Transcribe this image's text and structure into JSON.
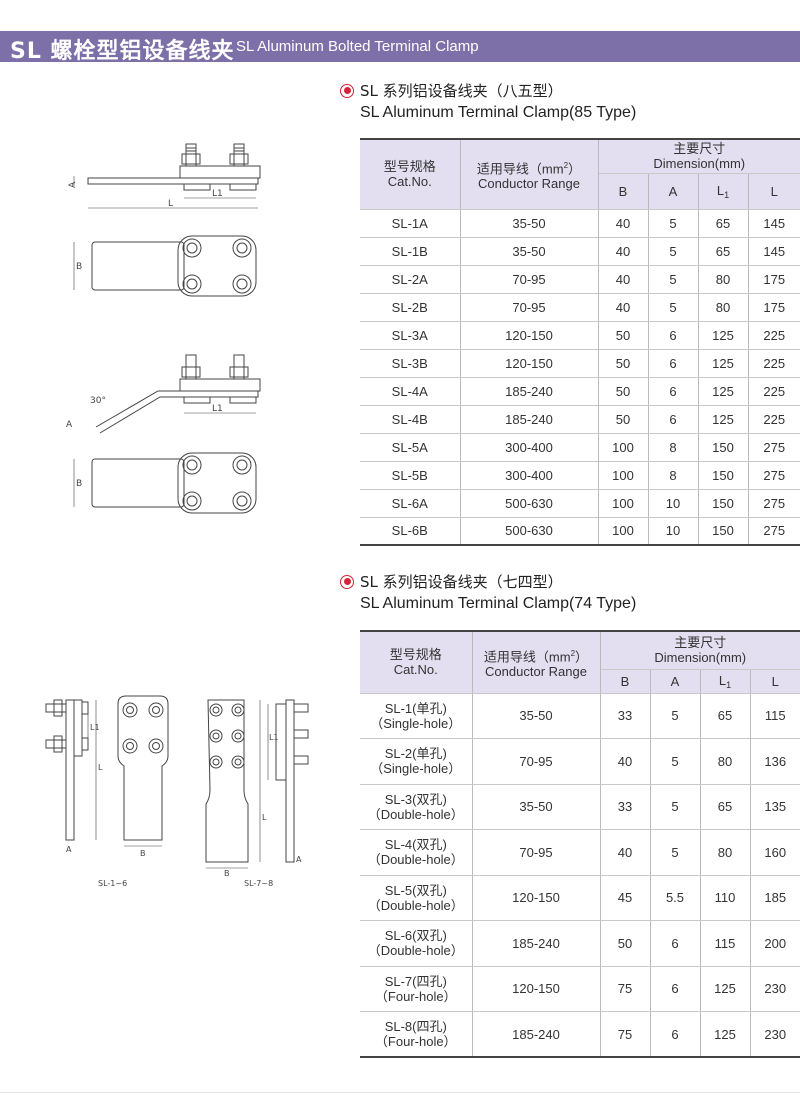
{
  "header": {
    "title_cn": "SL 螺栓型铝设备线夹",
    "title_en": "SL Aluminum Bolted Terminal Clamp"
  },
  "colors": {
    "banner": "#7d6fa8",
    "header_cell": "#e3dff0",
    "bullet": "#d2243a"
  },
  "section85": {
    "title_cn": "SL 系列铝设备线夹（八五型）",
    "title_en": "SL Aluminum Terminal Clamp(85 Type)",
    "columns": {
      "model_cn": "型号规格",
      "model_en": "Cat.No.",
      "conductor_cn": "适用导线（mm",
      "conductor_sup": "2",
      "conductor_end": "）",
      "conductor_en": "Conductor Range",
      "dim_cn": "主要尺寸",
      "dim_en": "Dimension(mm)",
      "b": "B",
      "a": "A",
      "l1_main": "L",
      "l1_sub": "1",
      "l": "L"
    },
    "rows": [
      [
        "SL-1A",
        "35-50",
        "40",
        "5",
        "65",
        "145"
      ],
      [
        "SL-1B",
        "35-50",
        "40",
        "5",
        "65",
        "145"
      ],
      [
        "SL-2A",
        "70-95",
        "40",
        "5",
        "80",
        "175"
      ],
      [
        "SL-2B",
        "70-95",
        "40",
        "5",
        "80",
        "175"
      ],
      [
        "SL-3A",
        "120-150",
        "50",
        "6",
        "125",
        "225"
      ],
      [
        "SL-3B",
        "120-150",
        "50",
        "6",
        "125",
        "225"
      ],
      [
        "SL-4A",
        "185-240",
        "50",
        "6",
        "125",
        "225"
      ],
      [
        "SL-4B",
        "185-240",
        "50",
        "6",
        "125",
        "225"
      ],
      [
        "SL-5A",
        "300-400",
        "100",
        "8",
        "150",
        "275"
      ],
      [
        "SL-5B",
        "300-400",
        "100",
        "8",
        "150",
        "275"
      ],
      [
        "SL-6A",
        "500-630",
        "100",
        "10",
        "150",
        "275"
      ],
      [
        "SL-6B",
        "500-630",
        "100",
        "10",
        "150",
        "275"
      ]
    ]
  },
  "section74": {
    "title_cn": "SL 系列铝设备线夹（七四型）",
    "title_en": "SL Aluminum Terminal Clamp(74 Type)",
    "columns": {
      "model_cn": "型号规格",
      "model_en": "Cat.No.",
      "conductor_cn": "适用导线（mm",
      "conductor_sup": "2",
      "conductor_end": "）",
      "conductor_en": "Conductor Range",
      "dim_cn": "主要尺寸",
      "dim_en": "Dimension(mm)",
      "b": "B",
      "a": "A",
      "l1_main": "L",
      "l1_sub": "1",
      "l": "L"
    },
    "rows": [
      [
        "SL-1(单孔)",
        "（Single-hole）",
        "35-50",
        "33",
        "5",
        "65",
        "115"
      ],
      [
        "SL-2(单孔)",
        "（Single-hole）",
        "70-95",
        "40",
        "5",
        "80",
        "136"
      ],
      [
        "SL-3(双孔)",
        "（Double-hole）",
        "35-50",
        "33",
        "5",
        "65",
        "135"
      ],
      [
        "SL-4(双孔)",
        "（Double-hole）",
        "70-95",
        "40",
        "5",
        "80",
        "160"
      ],
      [
        "SL-5(双孔)",
        "（Double-hole）",
        "120-150",
        "45",
        "5.5",
        "110",
        "185"
      ],
      [
        "SL-6(双孔)",
        "（Double-hole）",
        "185-240",
        "50",
        "6",
        "115",
        "200"
      ],
      [
        "SL-7(四孔)",
        "（Four-hole）",
        "120-150",
        "75",
        "6",
        "125",
        "230"
      ],
      [
        "SL-8(四孔)",
        "（Four-hole）",
        "185-240",
        "75",
        "6",
        "125",
        "230"
      ]
    ]
  },
  "drawings": {
    "dim_a": "A",
    "dim_b": "B",
    "dim_l": "L",
    "dim_l1": "L1",
    "angle": "30°",
    "caption_left": "SL-1~6",
    "caption_right": "SL-7~8"
  }
}
